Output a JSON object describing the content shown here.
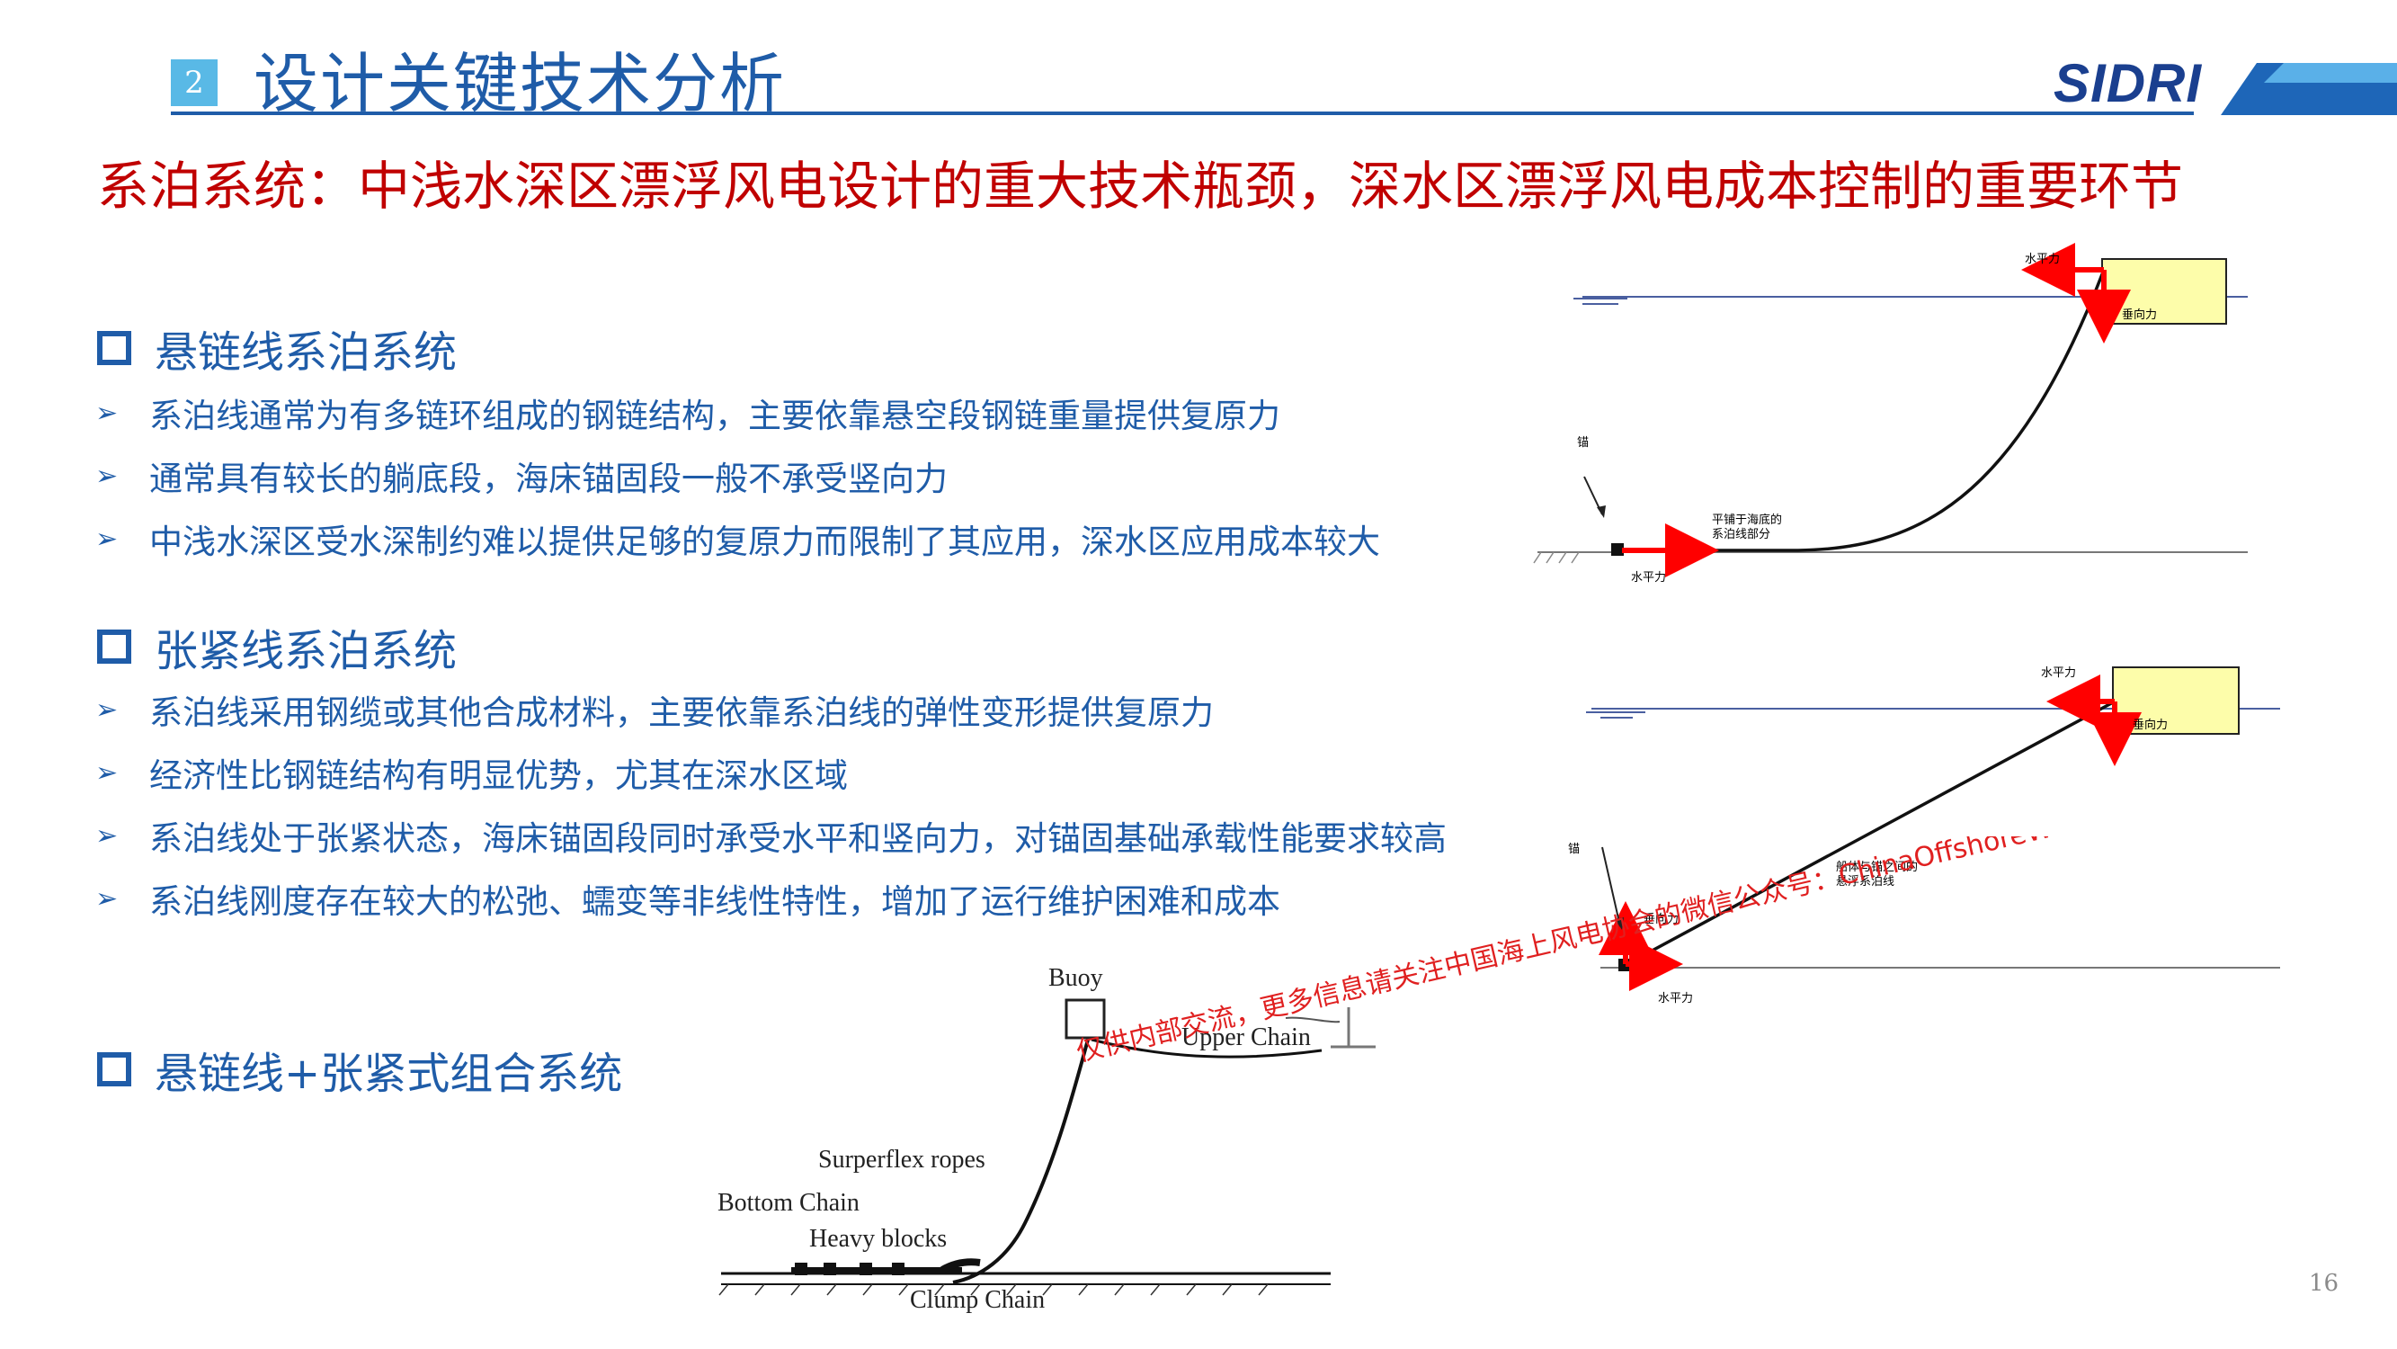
{
  "header": {
    "section_number": "2",
    "title": "设计关键技术分析",
    "logo": "SIDRI"
  },
  "subtitle": "系泊系统：中浅水深区漂浮风电设计的重大技术瓶颈，深水区漂浮风电成本控制的重要环节",
  "sections": [
    {
      "heading": "悬链线系泊系统",
      "bullets": [
        "系泊线通常为有多链环组成的钢链结构，主要依靠悬空段钢链重量提供复原力",
        "通常具有较长的躺底段，海床锚固段一般不承受竖向力",
        "中浅水深区受水深制约难以提供足够的复原力而限制了其应用，深水区应用成本较大"
      ]
    },
    {
      "heading": "张紧线系泊系统",
      "bullets": [
        "系泊线采用钢缆或其他合成材料，主要依靠系泊线的弹性变形提供复原力",
        "经济性比钢链结构有明显优势，尤其在深水区域",
        "系泊线处于张紧状态，海床锚固段同时承受水平和竖向力，对锚固基础承载性能要求较高",
        "系泊线刚度存在较大的松弛、蠕变等非线性特性，增加了运行维护困难和成本"
      ]
    },
    {
      "heading": "悬链线+张紧式组合系统",
      "bullets": []
    }
  ],
  "diagram_catenary": {
    "horizontal_force_top": "水平力",
    "vertical_force": "垂向力",
    "anchor": "锚",
    "seabed_segment": "平铺于海底的\n系泊线部分",
    "horizontal_force_bottom": "水平力"
  },
  "diagram_taut": {
    "horizontal_force_top": "水平力",
    "vertical_force_top": "垂向力",
    "anchor": "锚",
    "line_between": "船体与锚之间的\n悬浮系泊线",
    "vertical_force_bottom": "垂向力",
    "horizontal_force_bottom": "水平力"
  },
  "diagram_combined": {
    "buoy": "Buoy",
    "upper_chain": "Upper Chain",
    "ropes": "Surperflex ropes",
    "bottom_chain": "Bottom Chain",
    "heavy_blocks": "Heavy blocks",
    "clump_chain": "Clump Chain"
  },
  "watermark": "仅供内部交流，更多信息请关注中国海上风电协会的微信公众号：ChinaOffshoreWind",
  "page_number": "16",
  "colors": {
    "accent_blue": "#1f5ca8",
    "subtitle_red": "#c00000",
    "force_arrow_red": "#ff0000",
    "float_yellow": "#fdfdaa"
  }
}
